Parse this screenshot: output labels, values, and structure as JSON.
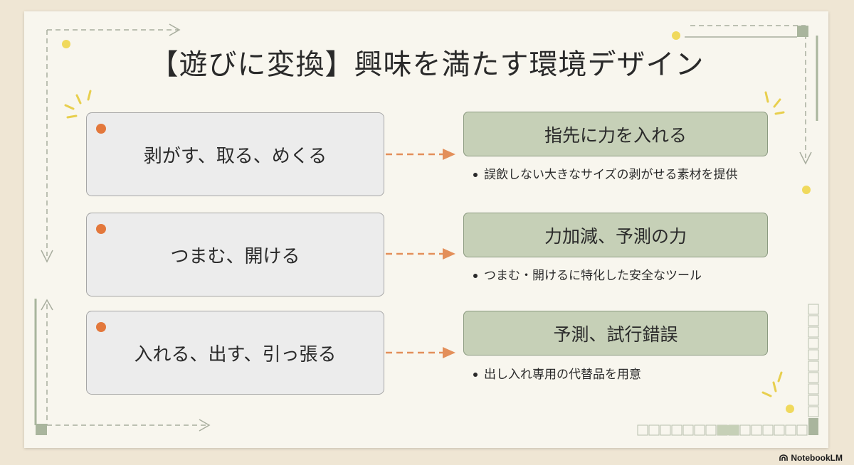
{
  "title": "【遊びに変換】興味を満たす環境デザイン",
  "rows": [
    {
      "action": "剥がす、取る、めくる",
      "skill": "指先に力を入れる",
      "provision": "誤飲しない大きなサイズの剥がせる素材を提供"
    },
    {
      "action": "つまむ、開ける",
      "skill": "力加減、予測の力",
      "provision": "つまむ・開けるに特化した安全なツール"
    },
    {
      "action": "入れる、出す、引っ張る",
      "skill": "予測、試行錯誤",
      "provision": "出し入れ専用の代替品を用意"
    }
  ],
  "brand": "NotebookLM",
  "colors": {
    "accent_dot": "#e3783c",
    "arrow": "#e38f5a",
    "skill_box": "#c6d0b7",
    "action_box": "#ececec",
    "yellow_dot": "#f0d95c",
    "frame_green": "#a9b59d"
  }
}
